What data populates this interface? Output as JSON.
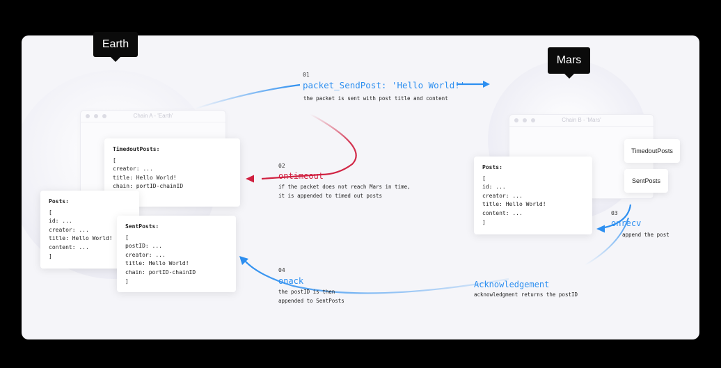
{
  "tags": {
    "earth": "Earth",
    "mars": "Mars"
  },
  "windows": {
    "chain_a": "Chain A - 'Earth'",
    "chain_b": "Chain B - 'Mars'"
  },
  "cards": {
    "timedout": {
      "head": "TimedoutPosts:",
      "lines": [
        "[",
        "creator: ...",
        "title: Hello World!",
        "chain: portID-chainID",
        "]"
      ]
    },
    "earth_posts": {
      "head": "Posts:",
      "lines": [
        "[",
        "id: ...",
        "creator: ...",
        "title: Hello World!",
        "content: ...",
        "]"
      ]
    },
    "sent": {
      "head": "SentPosts:",
      "lines": [
        "[",
        "postID: ...",
        "creator: ...",
        "title: Hello World!",
        "chain: portID-chainID",
        "]"
      ]
    },
    "mars_posts": {
      "head": "Posts:",
      "lines": [
        "[",
        "id: ...",
        "creator: ...",
        "title: Hello World!",
        "content: ...",
        "]"
      ]
    }
  },
  "pills": {
    "timedout": "TimedoutPosts",
    "sent": "SentPosts"
  },
  "steps": {
    "s01": {
      "num": "01",
      "event": "packet_SendPost: 'Hello World!'",
      "desc": "the packet is sent with post title and content"
    },
    "s02": {
      "num": "02",
      "event": "ontimeout",
      "desc1": "if the packet does not reach Mars in time,",
      "desc2": "it is appended to timed out posts"
    },
    "s03": {
      "num": "03",
      "event": "onrecv",
      "desc": "append the post"
    },
    "ack": {
      "event": "Acknowledgement",
      "desc": "acknowledgment returns the postID"
    },
    "s04": {
      "num": "04",
      "event": "onack",
      "desc1": "the postID is then",
      "desc2": "appended to SentPosts"
    }
  },
  "colors": {
    "blue": "#2d8ff0",
    "red": "#d02040",
    "background": "#f5f5f9"
  }
}
